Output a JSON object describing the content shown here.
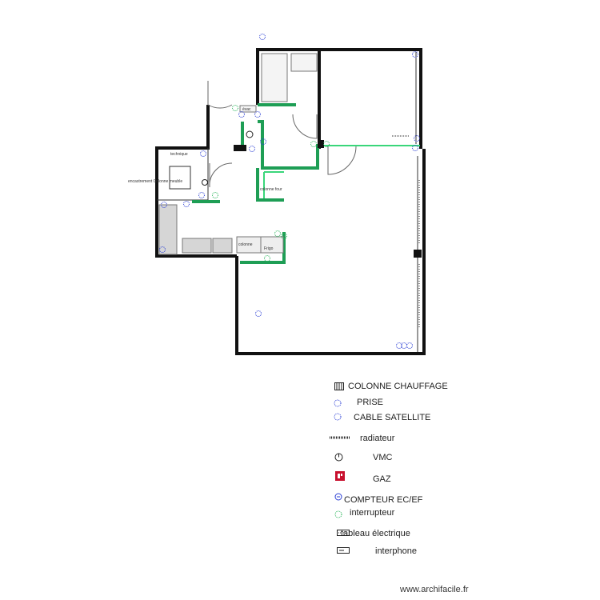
{
  "plan": {
    "room_labels": {
      "technique": "technique",
      "encastrement": "encastrement Colonne meuble",
      "colonne": "colonne",
      "frigo": "Frigo",
      "colonne_four": "colonne four",
      "evac": "évac"
    }
  },
  "legend": {
    "items": [
      {
        "key": "colonne-chauffage",
        "label": "COLONNE CHAUFFAGE",
        "icon": "radiator-column-icon"
      },
      {
        "key": "prise",
        "label": "PRISE",
        "icon": "outlet-icon"
      },
      {
        "key": "cable-satellite",
        "label": "CABLE SATELLITE",
        "icon": "satellite-outlet-icon"
      },
      {
        "key": "radiateur",
        "label": "radiateur",
        "icon": "radiator-icon"
      },
      {
        "key": "vmc",
        "label": "VMC",
        "icon": "vmc-icon"
      },
      {
        "key": "gaz",
        "label": "GAZ",
        "icon": "gas-icon"
      },
      {
        "key": "compteur",
        "label": "COMPTEUR EC/EF",
        "icon": "meter-icon"
      },
      {
        "key": "interrupteur",
        "label": "interrupteur",
        "icon": "switch-icon"
      },
      {
        "key": "tableau",
        "label": "tableau électrique",
        "icon": "electrical-panel-icon"
      },
      {
        "key": "interphone",
        "label": "interphone",
        "icon": "intercom-icon"
      }
    ]
  },
  "footer": {
    "watermark": "www.archifacile.fr"
  },
  "colors": {
    "wall": "#111111",
    "green_wall": "#1e9e55",
    "light_green": "#3ad67a",
    "symbol_blue": "#2b3fd4",
    "gas_red": "#c8102e"
  }
}
